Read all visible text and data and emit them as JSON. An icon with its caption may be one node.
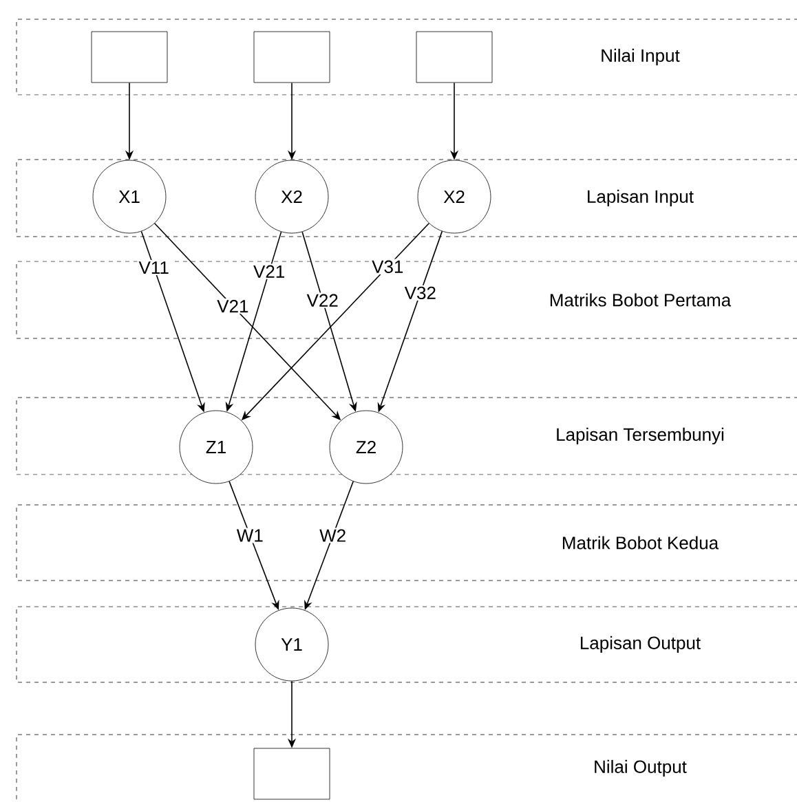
{
  "diagram": {
    "nodes": [
      {
        "text": [
          "Nilai Input"
        ]
      },
      {
        "text": [],
        "shape": "box",
        "in": 0
      },
      {
        "text": [],
        "shape": "box",
        "in": 0
      },
      {
        "text": [],
        "shape": "box",
        "in": 0
      },
      {
        "text": [
          "Lapisan Input"
        ]
      },
      {
        "text": [
          "X1"
        ],
        "in": 4
      },
      {
        "text": [
          "X2"
        ],
        "in": 4
      },
      {
        "text": [
          "X2"
        ],
        "in": 4
      },
      {
        "text": [
          "Lapisan Tersembunyi"
        ]
      },
      {
        "text": [
          "Z1"
        ],
        "in": 8
      },
      {
        "text": [
          "Z2"
        ],
        "in": 8
      },
      {
        "text": [
          "Lapisan Output"
        ]
      },
      {
        "text": [
          "Y1"
        ],
        "in": 11
      },
      {
        "text": [
          "Nilai Output"
        ]
      },
      {
        "text": [],
        "shape": "box",
        "in": 13
      }
    ],
    "edges": [
      {
        "from": 1,
        "to": 5,
        "arrow": "to"
      },
      {
        "from": 2,
        "to": 6,
        "arrow": "to"
      },
      {
        "from": 3,
        "to": 7,
        "arrow": "to"
      },
      {
        "from": 5,
        "to": 9,
        "arrow": "to",
        "label": "V11"
      },
      {
        "from": 5,
        "to": 10,
        "arrow": "to",
        "label": "V21"
      },
      {
        "from": 6,
        "to": 9,
        "arrow": "to",
        "label": "V21"
      },
      {
        "from": 6,
        "to": 10,
        "arrow": "to",
        "label": "V22"
      },
      {
        "from": 7,
        "to": 9,
        "arrow": "to",
        "label": "V31"
      },
      {
        "from": 7,
        "to": 10,
        "arrow": "to",
        "label": "V32"
      },
      {
        "from": 9,
        "to": 12,
        "arrow": "to",
        "label": "W1"
      },
      {
        "from": 10,
        "to": 12,
        "arrow": "to",
        "label": "W2"
      },
      {
        "from": 12,
        "to": 14,
        "arrow": "to"
      }
    ],
    "labels": [
      "Matriks Bobot Pertama",
      "Matrik Bobot Kedua"
    ]
  }
}
